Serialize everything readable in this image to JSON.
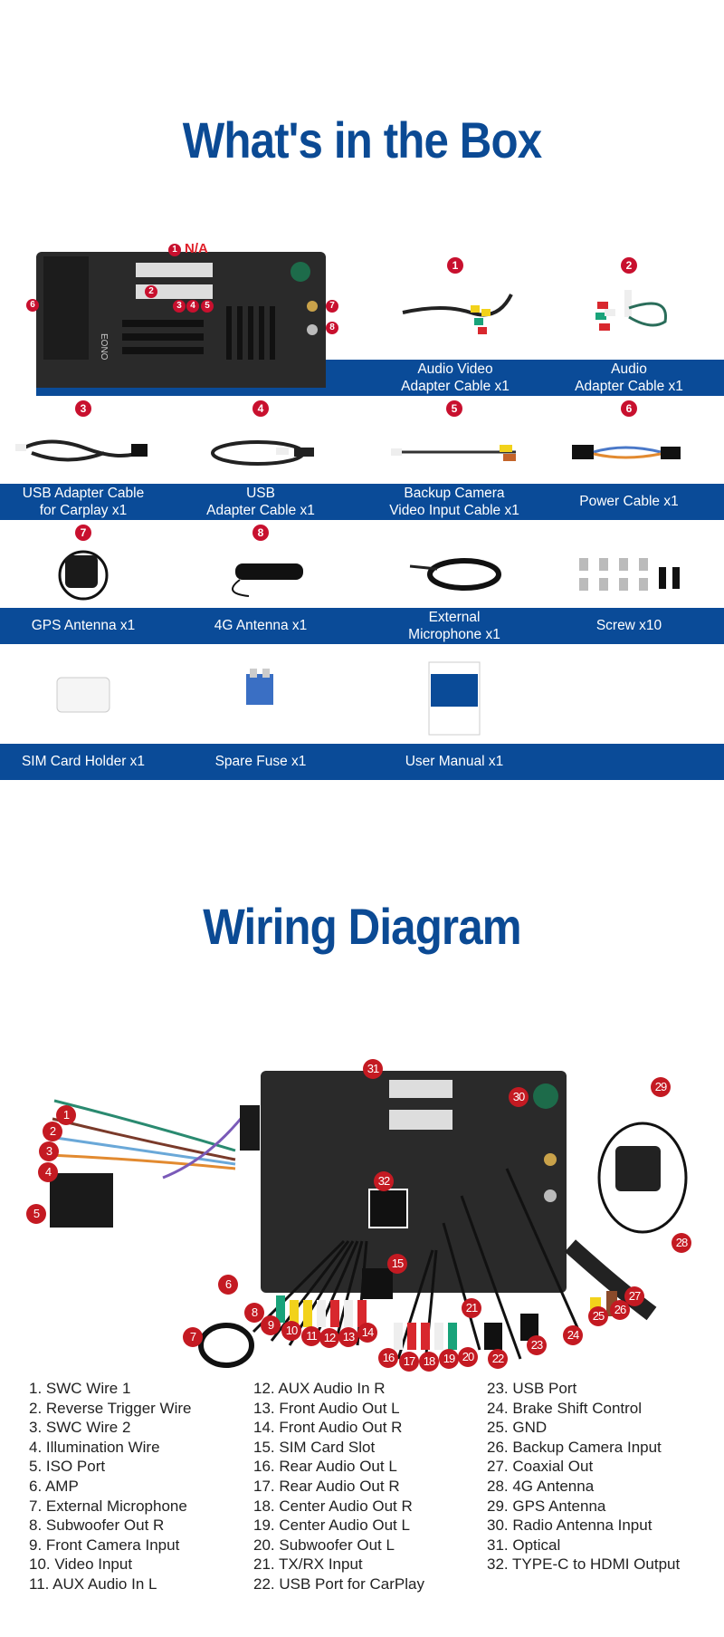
{
  "box": {
    "title": "What's in the Box",
    "head_unit_badges": {
      "n1": "1",
      "na": "N/A",
      "n2": "2",
      "n3": "3",
      "n4": "4",
      "n5": "5",
      "n6": "6",
      "n7": "7",
      "n8": "8"
    },
    "brand": "EONON",
    "items": [
      {
        "num": "1",
        "label_lines": [
          "Audio Video",
          "Adapter Cable x1"
        ]
      },
      {
        "num": "2",
        "label_lines": [
          "Audio",
          "Adapter Cable x1"
        ]
      },
      {
        "num": "3",
        "label_lines": [
          "USB Adapter Cable",
          "for Carplay x1"
        ]
      },
      {
        "num": "4",
        "label_lines": [
          "USB",
          "Adapter Cable x1"
        ]
      },
      {
        "num": "5",
        "label_lines": [
          "Backup Camera",
          "Video Input Cable x1"
        ]
      },
      {
        "num": "6",
        "label_lines": [
          "Power Cable x1"
        ]
      },
      {
        "num": "7",
        "label_lines": [
          "GPS Antenna x1"
        ]
      },
      {
        "num": "8",
        "label_lines": [
          "4G Antenna x1"
        ]
      },
      {
        "num": "",
        "label_lines": [
          "External",
          "Microphone x1"
        ]
      },
      {
        "num": "",
        "label_lines": [
          "Screw x10"
        ]
      },
      {
        "num": "",
        "label_lines": [
          "SIM Card Holder x1"
        ]
      },
      {
        "num": "",
        "label_lines": [
          "Spare Fuse x1"
        ]
      },
      {
        "num": "",
        "label_lines": [
          "User Manual x1"
        ]
      }
    ]
  },
  "wiring": {
    "title": "Wiring Diagram",
    "legend": [
      "1. SWC Wire 1",
      "2. Reverse Trigger Wire",
      "3. SWC Wire 2",
      "4. Illumination Wire",
      "5. ISO Port",
      "6. AMP",
      "7. External Microphone",
      "8. Subwoofer Out R",
      "9. Front Camera Input",
      "10. Video Input",
      "11. AUX Audio In L",
      "12. AUX Audio In R",
      "13. Front Audio Out L",
      "14. Front Audio Out R",
      "15. SIM Card Slot",
      "16. Rear Audio Out L",
      "17. Rear Audio Out R",
      "18. Center Audio Out R",
      "19. Center Audio Out L",
      "20. Subwoofer Out L",
      "21. TX/RX Input",
      "22. USB Port for CarPlay",
      "23. USB Port",
      "24. Brake Shift Control",
      "25. GND",
      "26. Backup Camera Input",
      "27. Coaxial Out",
      "28. 4G Antenna",
      "29. GPS Antenna",
      "30. Radio Antenna Input",
      "31. Optical",
      "32. TYPE-C to HDMI Output"
    ],
    "badges": [
      "1",
      "2",
      "3",
      "4",
      "5",
      "6",
      "7",
      "8",
      "9",
      "10",
      "11",
      "12",
      "13",
      "14",
      "15",
      "16",
      "17",
      "18",
      "19",
      "20",
      "21",
      "22",
      "23",
      "24",
      "25",
      "26",
      "27",
      "28",
      "29",
      "30",
      "31",
      "32"
    ]
  },
  "colors": {
    "brand_blue": "#0a4b98",
    "badge_red": "#c8102e"
  }
}
